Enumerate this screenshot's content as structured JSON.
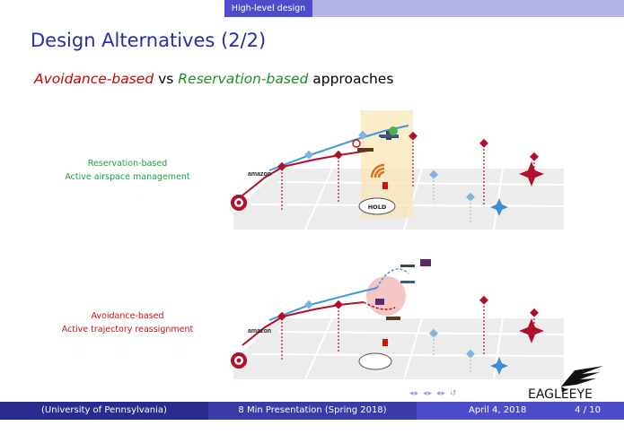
{
  "header": {
    "section": "High-level design"
  },
  "slide": {
    "title": "Design Alternatives (2/2)",
    "subtitle": {
      "part1": "Avoidance-based",
      "vs": " vs ",
      "part2": "Reservation-based",
      "part3": " approaches"
    }
  },
  "panels": {
    "reservation": {
      "line1": "Reservation-based",
      "line2": "Active airspace management",
      "hold_label": "HOLD",
      "brand": "amazon"
    },
    "avoidance": {
      "line1": "Avoidance-based",
      "line2": "Active trajectory reassignment",
      "brand": "amazon"
    }
  },
  "footer": {
    "affiliation": "(University of Pennsylvania)",
    "event": "8 Min Presentation (Spring 2018)",
    "date": "April 4, 2018",
    "page": "4 / 10"
  },
  "logo": {
    "text": "EAGLEEYE"
  },
  "colors": {
    "accent": "#4d4dcc",
    "reservation": "#1f9d3c",
    "avoidance": "#cc1111",
    "route_blue": "#3a9ad9",
    "route_red": "#b0102a"
  }
}
